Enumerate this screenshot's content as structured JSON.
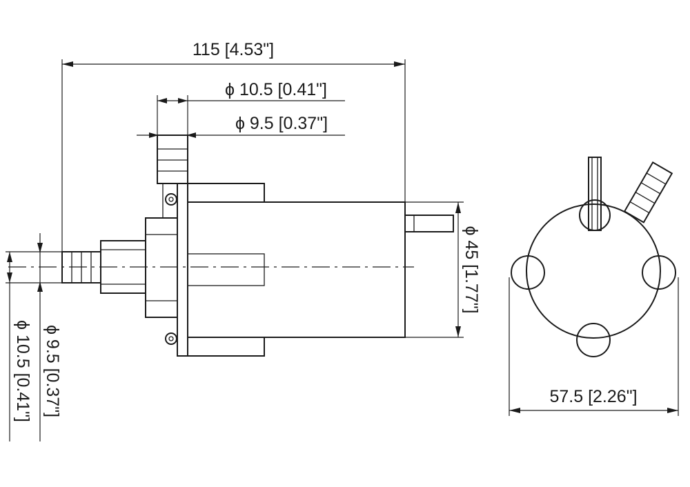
{
  "dimensions": {
    "overall_length": "115 [4.53\"]",
    "outlet_outer_dia": "ϕ 10.5 [0.41\"]",
    "outlet_inner_dia": "ϕ 9.5 [0.37\"]",
    "body_dia": "ϕ 45 [1.77\"]",
    "inlet_inner_dia": "ϕ 9.5 [0.37\"]",
    "inlet_outer_dia": "ϕ 10.5 [0.41\"]",
    "base_width": "57.5 [2.26\"]"
  }
}
